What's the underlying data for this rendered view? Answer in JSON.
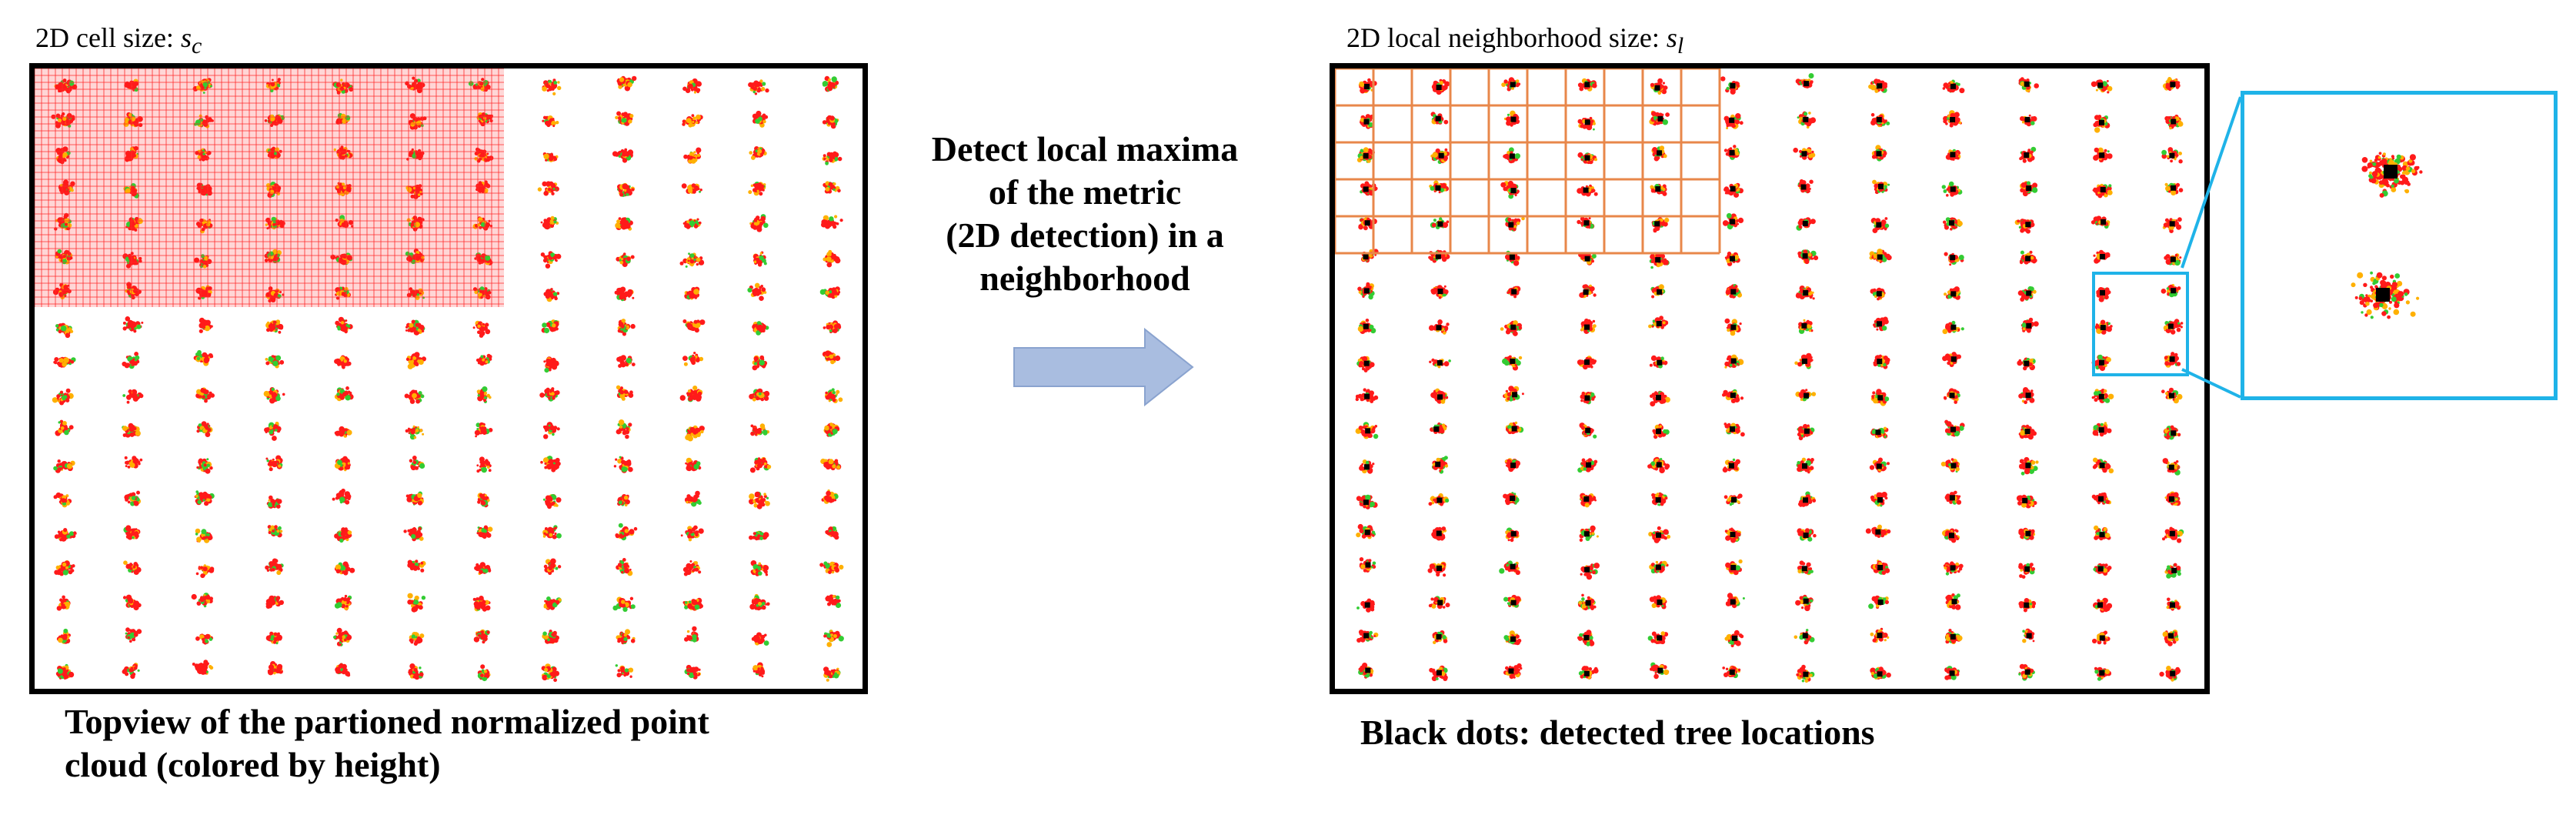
{
  "left": {
    "top_label": "2D cell size: ",
    "symbol": "s",
    "subscript": "c",
    "caption_line1": "Topview of the partioned normalized point",
    "caption_line2": "cloud (colored by height)"
  },
  "middle": {
    "line1": "Detect local maxima",
    "line2": "of the metric",
    "line3": "(2D detection) in a",
    "line4": "neighborhood"
  },
  "right": {
    "top_label": "2D local neighborhood size: ",
    "symbol": "s",
    "subscript": "l",
    "caption": "Black dots: detected tree locations"
  },
  "colors": {
    "cell_grid": "#ff2a2a",
    "neighborhood_grid": "#e8874a",
    "inset_border": "#1fb3e8",
    "arrow": "#a9bde0",
    "points_low": "#ff1a1a",
    "points_mid": "#ffb000",
    "points_high": "#33cc33",
    "detected": "#000000"
  }
}
